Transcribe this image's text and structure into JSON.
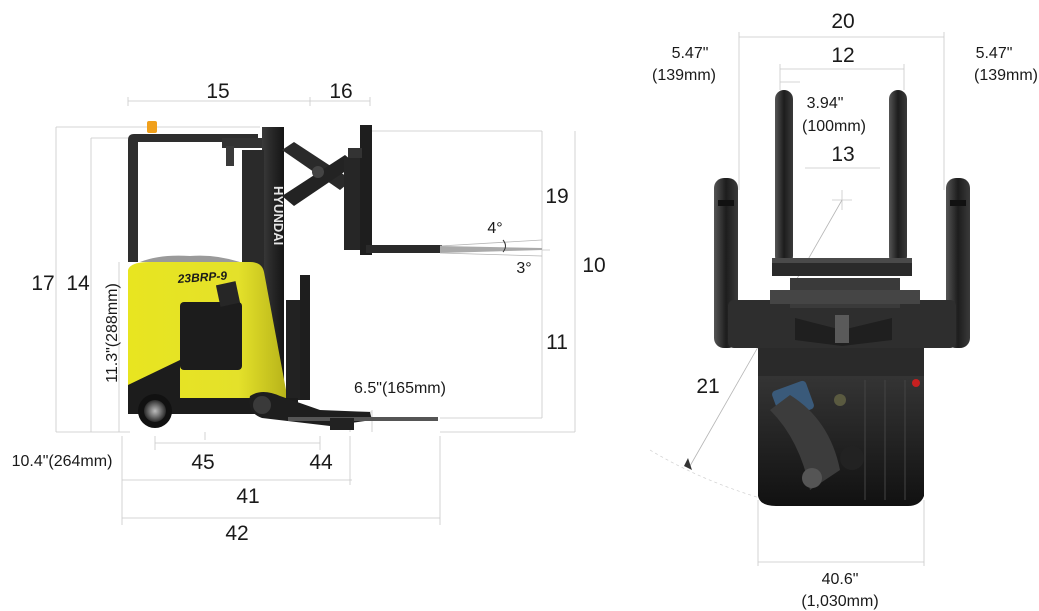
{
  "side_view": {
    "brand": "HYUNDAI",
    "model": "23BRP-9",
    "labels": {
      "d15": "15",
      "d16": "16",
      "d17": "17",
      "d14": "14",
      "d11_3": "11.3\"(288mm)",
      "d19": "19",
      "d4": "4°",
      "d3": "3°",
      "d10": "10",
      "d11": "11",
      "d6_5": "6.5\"(165mm)",
      "d10_4": "10.4\"(264mm)",
      "d45": "45",
      "d44": "44",
      "d41": "41",
      "d42": "42"
    }
  },
  "top_view": {
    "labels": {
      "d20": "20",
      "d12": "12",
      "left_offset": "5.47\"",
      "left_offset_mm": "(139mm)",
      "right_offset": "5.47\"",
      "right_offset_mm": "(139mm)",
      "fork_width": "3.94\"",
      "fork_width_mm": "(100mm)",
      "d13": "13",
      "d21": "21",
      "width": "40.6\"",
      "width_mm": "(1,030mm)"
    }
  },
  "colors": {
    "body_yellow": "#e9e626",
    "mast_dark": "#2b2b2b",
    "light_orange": "#f0a01c",
    "stripe_black": "#1c1c1c"
  }
}
